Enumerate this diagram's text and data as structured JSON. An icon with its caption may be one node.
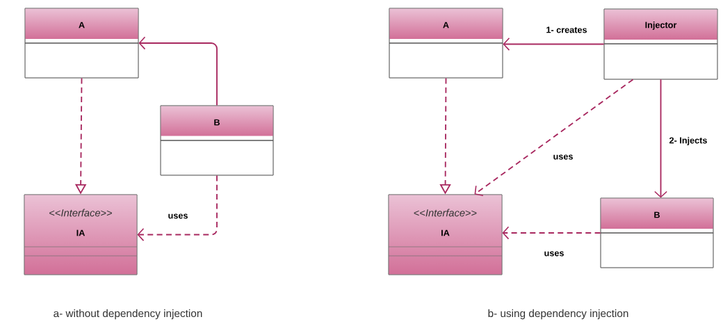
{
  "diagram": {
    "nodes": [
      {
        "text": [
          "A"
        ]
      },
      {
        "text": [
          "B"
        ]
      },
      {
        "text": [
          "<<*Interface*>>",
          "IA"
        ]
      },
      {
        "text": [
          "A"
        ]
      },
      {
        "text": [
          "Injector"
        ]
      },
      {
        "text": [
          "<<*Interface*>>",
          "IA"
        ]
      },
      {
        "text": [
          "B"
        ]
      }
    ],
    "edges": [
      {
        "from": 1,
        "to": 0,
        "arrow": "to"
      },
      {
        "from": 0,
        "to": 2,
        "arrow": "to",
        "style": "dashed"
      },
      {
        "from": 1,
        "to": 2,
        "arrow": "to",
        "style": "dashed",
        "label": "uses"
      },
      {
        "from": 4,
        "to": 3,
        "arrow": "to",
        "label": "1- creates"
      },
      {
        "from": 3,
        "to": 5,
        "arrow": "to",
        "style": "dashed"
      },
      {
        "from": 4,
        "to": 5,
        "arrow": "to",
        "style": "dashed",
        "label": "uses"
      },
      {
        "from": 4,
        "to": 6,
        "arrow": "to",
        "label": "2- Injects"
      },
      {
        "from": 6,
        "to": 5,
        "arrow": "to",
        "style": "dashed",
        "label": "uses"
      }
    ],
    "labels": [
      "a- without dependency injection",
      "b- using dependency injection"
    ]
  }
}
